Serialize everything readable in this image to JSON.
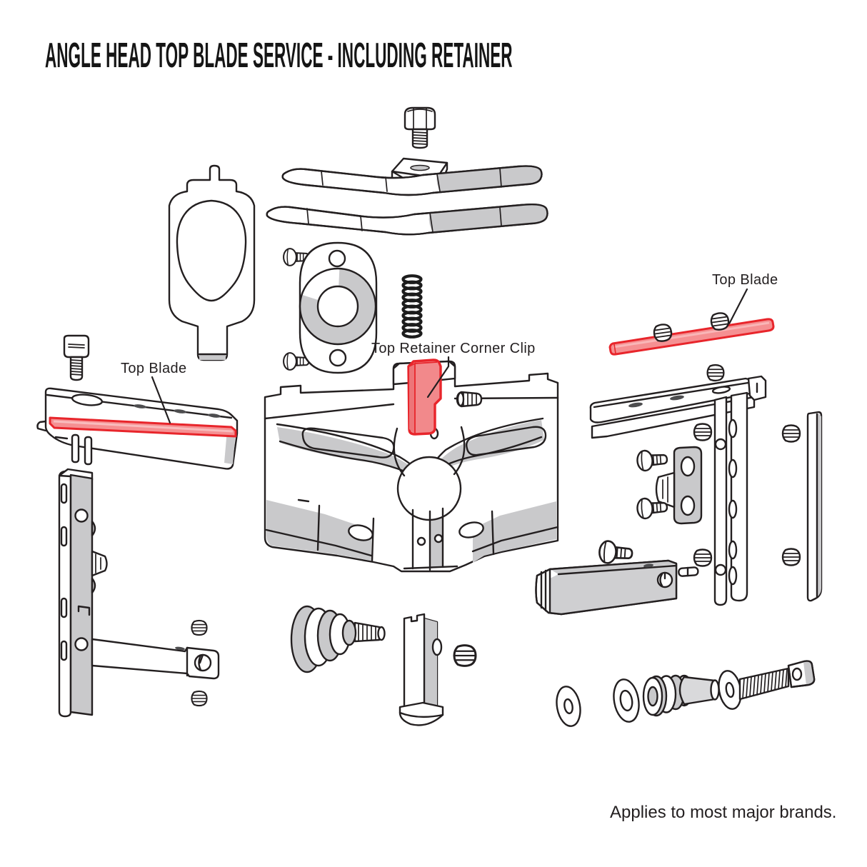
{
  "title": "ANGLE HEAD TOP BLADE SERVICE - INCLUDING RETAINER",
  "labels": {
    "left_top_blade": "Top Blade",
    "corner_clip": "Top Retainer Corner Clip",
    "right_top_blade": "Top Blade"
  },
  "footer": "Applies to most major brands.",
  "colors": {
    "highlight_stroke": "#E8252B",
    "highlight_fill": "#F59092",
    "outline": "#231F20",
    "shade_gray": "#C9C9CB",
    "background": "#FFFFFF"
  },
  "diagram": {
    "type": "exploded-parts-diagram",
    "highlighted_parts": [
      "top-blade-left",
      "top-retainer-corner-clip",
      "top-blade-right"
    ]
  }
}
